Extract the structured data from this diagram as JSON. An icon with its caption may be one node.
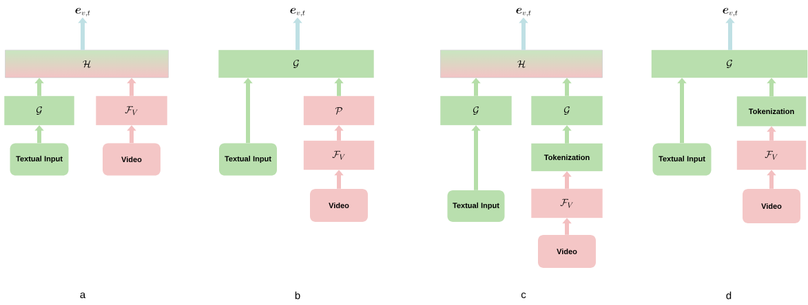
{
  "diagram": {
    "nodes": [
      {
        "text": [
          "\\boldsymbol{e}_{v,t}"
        ]
      },
      {
        "text": [
          "\\mathcal{H}"
        ]
      },
      {
        "text": [
          "\\mathcal{G}"
        ]
      },
      {
        "text": [
          "\\mathcal{F}_V"
        ]
      },
      {
        "text": [
          "Textual Input"
        ]
      },
      {
        "text": [
          "Video"
        ]
      },
      {
        "text": [
          "\\boldsymbol{e}_{v,t}"
        ]
      },
      {
        "text": [
          "\\mathcal{G}"
        ]
      },
      {
        "text": [
          "\\mathcal{P}"
        ]
      },
      {
        "text": [
          "\\mathcal{F}_V"
        ]
      },
      {
        "text": [
          "Textual Input"
        ]
      },
      {
        "text": [
          "Video"
        ]
      },
      {
        "text": [
          "\\boldsymbol{e}_{v,t}"
        ]
      },
      {
        "text": [
          "\\mathcal{H}"
        ]
      },
      {
        "text": [
          "\\mathcal{G}"
        ]
      },
      {
        "text": [
          "\\mathcal{G}"
        ]
      },
      {
        "text": [
          "Tokenization"
        ]
      },
      {
        "text": [
          "\\mathcal{F}_V"
        ]
      },
      {
        "text": [
          "Textual Input"
        ]
      },
      {
        "text": [
          "Video"
        ]
      },
      {
        "text": [
          "\\boldsymbol{e}_{v,t}"
        ]
      },
      {
        "text": [
          "\\mathcal{G}"
        ]
      },
      {
        "text": [
          "Tokenization"
        ]
      },
      {
        "text": [
          "\\mathcal{F}_V"
        ]
      },
      {
        "text": [
          "Textual Input"
        ]
      },
      {
        "text": [
          "Video"
        ]
      }
    ],
    "edges": [
      {
        "from": 1,
        "to": 0,
        "arrow": "to",
        "color": "#bfe0e4"
      },
      {
        "from": 2,
        "to": 1,
        "arrow": "to"
      },
      {
        "from": 3,
        "to": 1,
        "arrow": "to",
        "color": "#f3bfc0"
      },
      {
        "from": 4,
        "to": 2,
        "arrow": "to"
      },
      {
        "from": 5,
        "to": 3,
        "arrow": "to",
        "color": "#f3bfc0"
      },
      {
        "from": 7,
        "to": 6,
        "arrow": "to",
        "color": "#bfe0e4"
      },
      {
        "from": 10,
        "to": 7,
        "arrow": "to"
      },
      {
        "from": 8,
        "to": 7,
        "arrow": "to"
      },
      {
        "from": 9,
        "to": 8,
        "arrow": "to",
        "color": "#f3bfc0"
      },
      {
        "from": 11,
        "to": 9,
        "arrow": "to",
        "color": "#f3bfc0"
      },
      {
        "from": 13,
        "to": 12,
        "arrow": "to",
        "color": "#bfe0e4"
      },
      {
        "from": 14,
        "to": 13,
        "arrow": "to"
      },
      {
        "from": 15,
        "to": 13,
        "arrow": "to"
      },
      {
        "from": 18,
        "to": 14,
        "arrow": "to"
      },
      {
        "from": 16,
        "to": 15,
        "arrow": "to"
      },
      {
        "from": 17,
        "to": 16,
        "arrow": "to",
        "color": "#f3bfc0"
      },
      {
        "from": 19,
        "to": 17,
        "arrow": "to",
        "color": "#f3bfc0"
      },
      {
        "from": 21,
        "to": 20,
        "arrow": "to",
        "color": "#bfe0e4"
      },
      {
        "from": 24,
        "to": 21,
        "arrow": "to"
      },
      {
        "from": 22,
        "to": 21,
        "arrow": "to"
      },
      {
        "from": 23,
        "to": 22,
        "arrow": "to",
        "color": "#f3bfc0"
      },
      {
        "from": 25,
        "to": 23,
        "arrow": "to",
        "color": "#f3bfc0"
      }
    ],
    "labels": [
      "a",
      "b",
      "c",
      "d"
    ]
  }
}
